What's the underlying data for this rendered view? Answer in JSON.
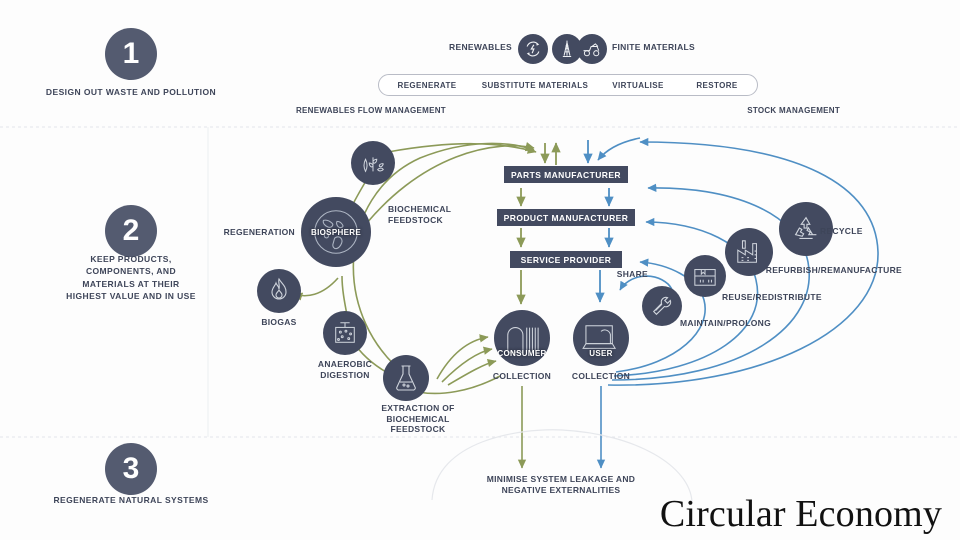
{
  "title": "Circular Economy",
  "colors": {
    "navy": "#434a60",
    "marker_navy": "#545b70",
    "biological_green": "#8c9a58",
    "technical_blue": "#4f8fc4",
    "text": "#3e4559",
    "background": "#fdfdfd"
  },
  "header": {
    "renewables_label": "RENEWABLES",
    "finite_label": "FINITE MATERIALS",
    "renewables_icon": "renewable-energy-icon",
    "finite_icons": [
      "oil-derrick-icon",
      "mining-truck-icon"
    ],
    "pill_options": [
      "REGENERATE",
      "SUBSTITUTE MATERIALS",
      "VIRTUALISE",
      "RESTORE"
    ],
    "flow_left": "RENEWABLES FLOW MANAGEMENT",
    "flow_right": "STOCK MANAGEMENT"
  },
  "principles": [
    {
      "number": "1",
      "caption": "DESIGN OUT WASTE AND POLLUTION"
    },
    {
      "number": "2",
      "caption": "KEEP PRODUCTS, COMPONENTS, AND MATERIALS AT THEIR HIGHEST VALUE AND IN USE"
    },
    {
      "number": "3",
      "caption": "REGENERATE NATURAL SYSTEMS"
    }
  ],
  "chain": [
    {
      "label": "PARTS MANUFACTURER"
    },
    {
      "label": "PRODUCT MANUFACTURER"
    },
    {
      "label": "SERVICE PROVIDER"
    }
  ],
  "biological_cycle": {
    "farming_icon": "farming-fishing-icon",
    "biosphere_label": "BIOSPHERE",
    "biosphere_icon": "globe-icon",
    "regeneration_label": "REGENERATION",
    "biochemical_feedstock_label": "BIOCHEMICAL FEEDSTOCK",
    "biogas_label": "BIOGAS",
    "biogas_icon": "flame-icon",
    "anaerobic_label": "ANAEROBIC DIGESTION",
    "anaerobic_icon": "digester-tank-icon",
    "extraction_label": "EXTRACTION OF BIOCHEMICAL FEEDSTOCK",
    "extraction_icon": "flask-icon",
    "consumer_label": "CONSUMER",
    "consumer_icon": "barcode-bag-icon",
    "consumer_collection_label": "COLLECTION"
  },
  "technical_cycle": {
    "user_label": "USER",
    "user_icon": "laptop-icon",
    "user_collection_label": "COLLECTION",
    "share_label": "SHARE",
    "share_icon": "wrench-icon",
    "maintain_label": "MAINTAIN/PROLONG",
    "maintain_icon": "package-box-icon",
    "reuse_label": "REUSE/REDISTRIBUTE",
    "reuse_icon": "factory-icon",
    "refurbish_label": "REFURBISH/REMANUFACTURE",
    "recycle_label": "RECYCLE",
    "recycle_icon": "recycle-icon"
  },
  "footer": {
    "leakage_label": "MINIMISE SYSTEM LEAKAGE AND NEGATIVE EXTERNALITIES"
  }
}
